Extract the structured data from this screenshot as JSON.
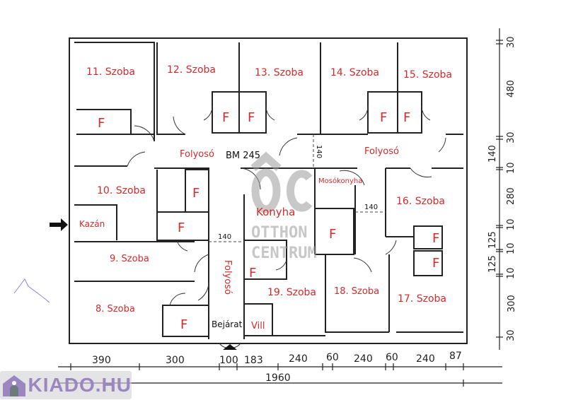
{
  "plan": {
    "rooms": {
      "r11": "11. Szoba",
      "r12": "12. Szoba",
      "r13": "13. Szoba",
      "r14": "14. Szoba",
      "r15": "15. Szoba",
      "r10": "10. Szoba",
      "r9": "9. Szoba",
      "r8": "8. Szoba",
      "r16": "16. Szoba",
      "r17": "17. Szoba",
      "r18": "18. Szoba",
      "r19": "19. Szoba",
      "konyha": "Konyha",
      "moso": "Mosókonyha",
      "kazan": "Kazán",
      "folyoso_left": "Folyosó",
      "folyoso_right": "Folyosó",
      "folyoso_vert": "Folyosó",
      "vill": "Vill",
      "bejarat": "Bejárat",
      "bm": "BM 245",
      "f": "F"
    },
    "inner_dims": {
      "d140a": "140",
      "d140b": "140",
      "d140c": "140"
    },
    "bottom_dims": [
      "390",
      "300",
      "100",
      "183",
      "240",
      "60",
      "240",
      "60",
      "240",
      "87"
    ],
    "total_width": "1960",
    "right_dims": [
      "30",
      "480",
      "30",
      "10",
      "280",
      "10",
      "10",
      "10",
      "300",
      "30"
    ],
    "right_group_dims": [
      "140",
      "125",
      "125"
    ],
    "watermark": {
      "mark": "ÔC",
      "line1": "OTTHON",
      "line2": "CENTRUM"
    }
  },
  "logo": {
    "text": "KIADO.HU"
  },
  "colors": {
    "label": "#d42a2a",
    "logo": "#9b86c0"
  }
}
